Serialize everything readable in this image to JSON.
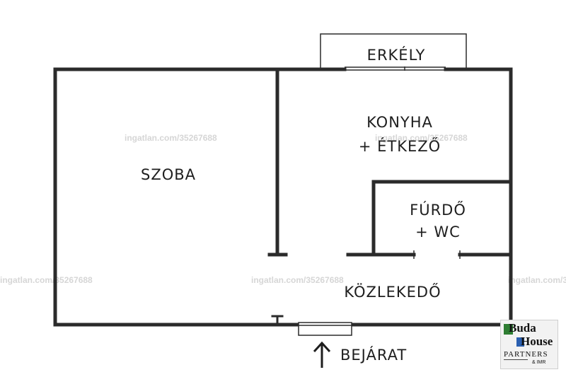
{
  "rooms": {
    "szoba": "SZOBA",
    "erkely": "ERKÉLY",
    "konyha_line1": "KONYHA",
    "konyha_line2": "+ ÉTKEZŐ",
    "furdo_line1": "FÚRDŐ",
    "furdo_line2": "+ WC",
    "kozlekedo": "KÖZLEKEDŐ"
  },
  "entrance": {
    "label": "BEJÁRAT",
    "arrow_icon": "arrow-up-icon"
  },
  "watermark": {
    "text": "ingatlan.com/35267688"
  },
  "logo": {
    "word1": "Buda",
    "word2": "House",
    "word3": "PARTNERS",
    "word4": "& IMR"
  },
  "colors": {
    "wall": "#2b2b2b",
    "watermark": "#d6d6d6",
    "logo_green": "#2e7d32",
    "logo_blue": "#2a5fb0"
  }
}
